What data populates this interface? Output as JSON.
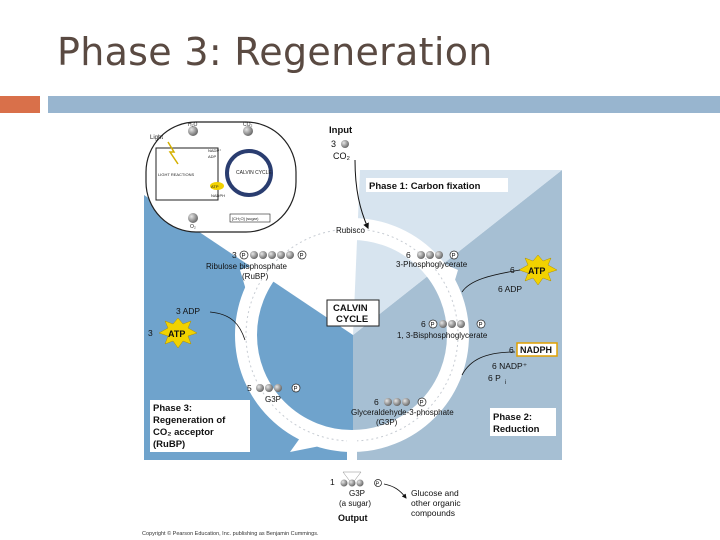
{
  "slide": {
    "title": "Phase 3: Regeneration",
    "colors": {
      "title": "#5a4a42",
      "accent_orange": "#d9704a",
      "accent_blue": "#98b5cf"
    }
  },
  "inset": {
    "light": "Light",
    "h2o": "H₂O",
    "co2": "CO₂",
    "nadp": "NADP⁺",
    "adp": "ADP",
    "light_reactions": "LIGHT REACTIONS",
    "calvin_cycle": "CALVIN CYCLE",
    "atp": "ATP",
    "nadph": "NADPH",
    "o2": "O₂",
    "cho": "[CH₂O] (sugar)"
  },
  "diagram": {
    "input_title": "Input",
    "input_count": "3",
    "input_molecule": "CO₂",
    "phase1": "Phase 1: Carbon fixation",
    "rubisco": "Rubisco",
    "rubp_count": "3",
    "rubp_name": "Ribulose bisphosphate",
    "rubp_abbr": "(RuBP)",
    "pga_count": "6",
    "pga_name": "3-Phosphoglycerate",
    "atp_in_count": "6",
    "atp_in": "ATP",
    "adp_out": "6 ADP",
    "adp_regen": "3 ADP",
    "atp_regen_count": "3",
    "atp_regen": "ATP",
    "center_line1": "CALVIN",
    "center_line2": "CYCLE",
    "bpg_count": "6",
    "bpg_name": "1, 3-Bisphosphoglycerate",
    "nadph_count": "6",
    "nadph": "NADPH",
    "nadp_out": "6 NADP⁺",
    "pi_out": "6 P",
    "pi_symbol": "i",
    "g3p_left_count": "5",
    "g3p_left": "G3P",
    "g3p_right_count": "6",
    "g3p_right_name": "Glyceraldehyde-3-phosphate",
    "g3p_right_abbr": "(G3P)",
    "phase3": [
      "Phase 3:",
      "Regeneration of",
      "CO₂ acceptor",
      "(RuBP)"
    ],
    "phase2": [
      "Phase 2:",
      "Reduction"
    ],
    "output_count": "1",
    "output_name": "G3P",
    "output_desc": "(a sugar)",
    "output_title": "Output",
    "glucose": [
      "Glucose and",
      "other organic",
      "compounds"
    ],
    "phosphate_symbol": "P",
    "copyright": "Copyright © Pearson Education, Inc. publishing as Benjamin Cummings."
  }
}
